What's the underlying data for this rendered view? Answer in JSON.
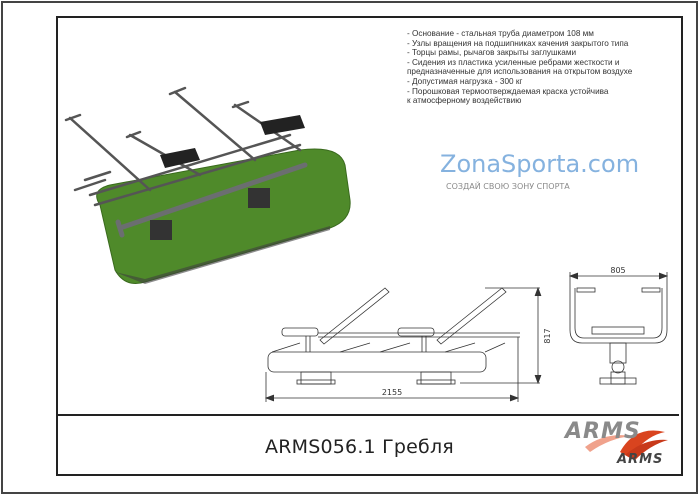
{
  "product": {
    "title": "ARMS056.1 Гребля"
  },
  "specs": [
    "- Основание - стальная труба диаметром 108 мм",
    "- Узлы вращения на подшипниках качения закрытого типа",
    "- Торцы рамы, рычагов закрыты заглушками",
    "- Сидения из пластика усиленные ребрами жесткости и",
    "предназначенные для использования на открытом воздухе",
    "- Допустимая нагрузка - 300 кг",
    "- Порошковая термоотверждаемая краска устойчива",
    "к атмосферному воздействию"
  ],
  "dimensions": {
    "length": "2155",
    "height": "817",
    "width": "805"
  },
  "logo": {
    "text": "ARMS",
    "accent_color": "#d9441f"
  },
  "watermark": {
    "site": "ZonaSporta.com",
    "slogan": "СОЗДАЙ СВОЮ ЗОНУ СПОРТА"
  },
  "colors": {
    "grass": "#4f8a2a",
    "frame": "#6b6e70"
  }
}
